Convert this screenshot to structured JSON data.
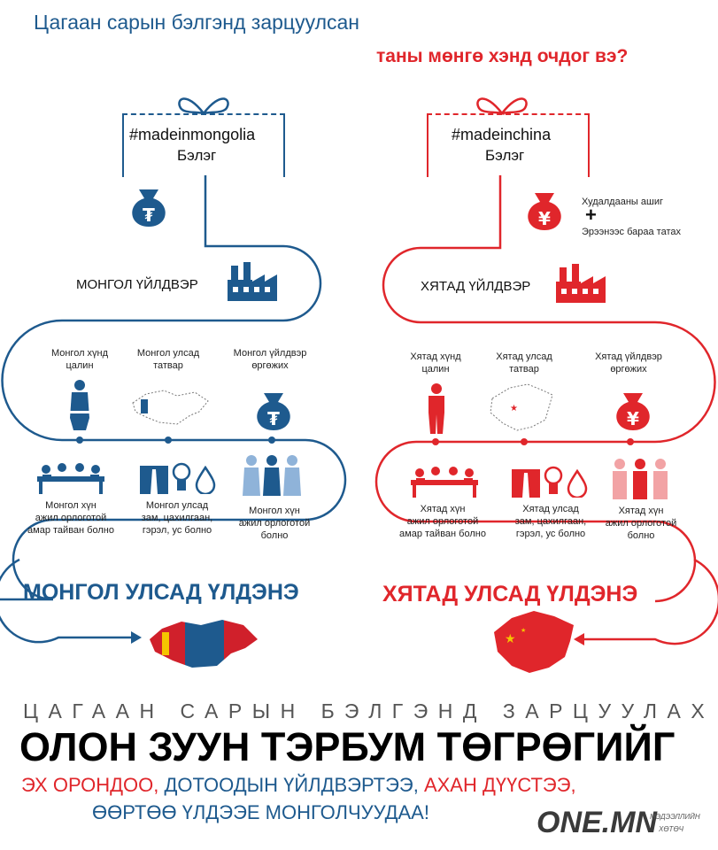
{
  "header": {
    "line1": "Цагаан сарын бэлгэнд зарцуулсан",
    "line2": "таны мөнгө хэнд очдог вэ?"
  },
  "left": {
    "gift_tag": "#madeinmongolia",
    "gift_label": "Бэлэг",
    "factory": "МОНГОЛ ҮЙЛДВЭР",
    "wage_l1": "Монгол хүнд",
    "wage_l2": "цалин",
    "tax_l1": "Монгол улсад",
    "tax_l2": "татвар",
    "grow_l1": "Монгол үйлдвэр",
    "grow_l2": "өргөжих",
    "r1_l1": "Монгол хүн",
    "r1_l2": "ажил орлоготой",
    "r1_l3": "амар тайван болно",
    "r2_l1": "Монгол улсад",
    "r2_l2": "зам, цахилгаан,",
    "r2_l3": "гэрэл, ус болно",
    "r3_l1": "Монгол хүн",
    "r3_l2": "ажил орлоготой",
    "r3_l3": "болно",
    "stays": "МОНГОЛ УЛСАД ҮЛДЭНЭ"
  },
  "right": {
    "gift_tag": "#madeinchina",
    "gift_label": "Бэлэг",
    "profit": "Худалдааны ашиг",
    "plus": "+",
    "import": "Эрээнээс бараа татах",
    "factory": "ХЯТАД ҮЙЛДВЭР",
    "wage_l1": "Хятад хүнд",
    "wage_l2": "цалин",
    "tax_l1": "Хятад улсад",
    "tax_l2": "татвар",
    "grow_l1": "Хятад үйлдвэр",
    "grow_l2": "өргөжих",
    "r1_l1": "Хятад хүн",
    "r1_l2": "ажил орлоготой",
    "r1_l3": "амар тайван болно",
    "r2_l1": "Хятад улсад",
    "r2_l2": "зам, цахилгаан,",
    "r2_l3": "гэрэл, ус болно",
    "r3_l1": "Хятад хүн",
    "r3_l2": "ажил орлоготой",
    "r3_l3": "болно",
    "stays": "ХЯТАД УЛСАД ҮЛДЭНЭ"
  },
  "footer": {
    "spaced": "ЦАГААН САРЫН БЭЛГЭНД ЗАРЦУУЛАХ",
    "big": "ОЛОН ЗУУН ТЭРБУМ ТӨГРӨГИЙГ",
    "l3a": "ЭХ ОРОНДОО, ",
    "l3b": "ДОТООДЫН ҮЙЛДВЭРТЭЭ, ",
    "l3c": "АХАН ДҮҮСТЭЭ,",
    "l4": "ӨӨРТӨӨ ҮЛДЭЭЕ МОНГОЛЧУУДАА!",
    "logo": "ONE.MN",
    "logo_sub1": "МЭДЭЭЛЛИЙН",
    "logo_sub2": "ХӨТӨЧ"
  },
  "colors": {
    "blue": "#1e5a8e",
    "red": "#e0262b"
  }
}
